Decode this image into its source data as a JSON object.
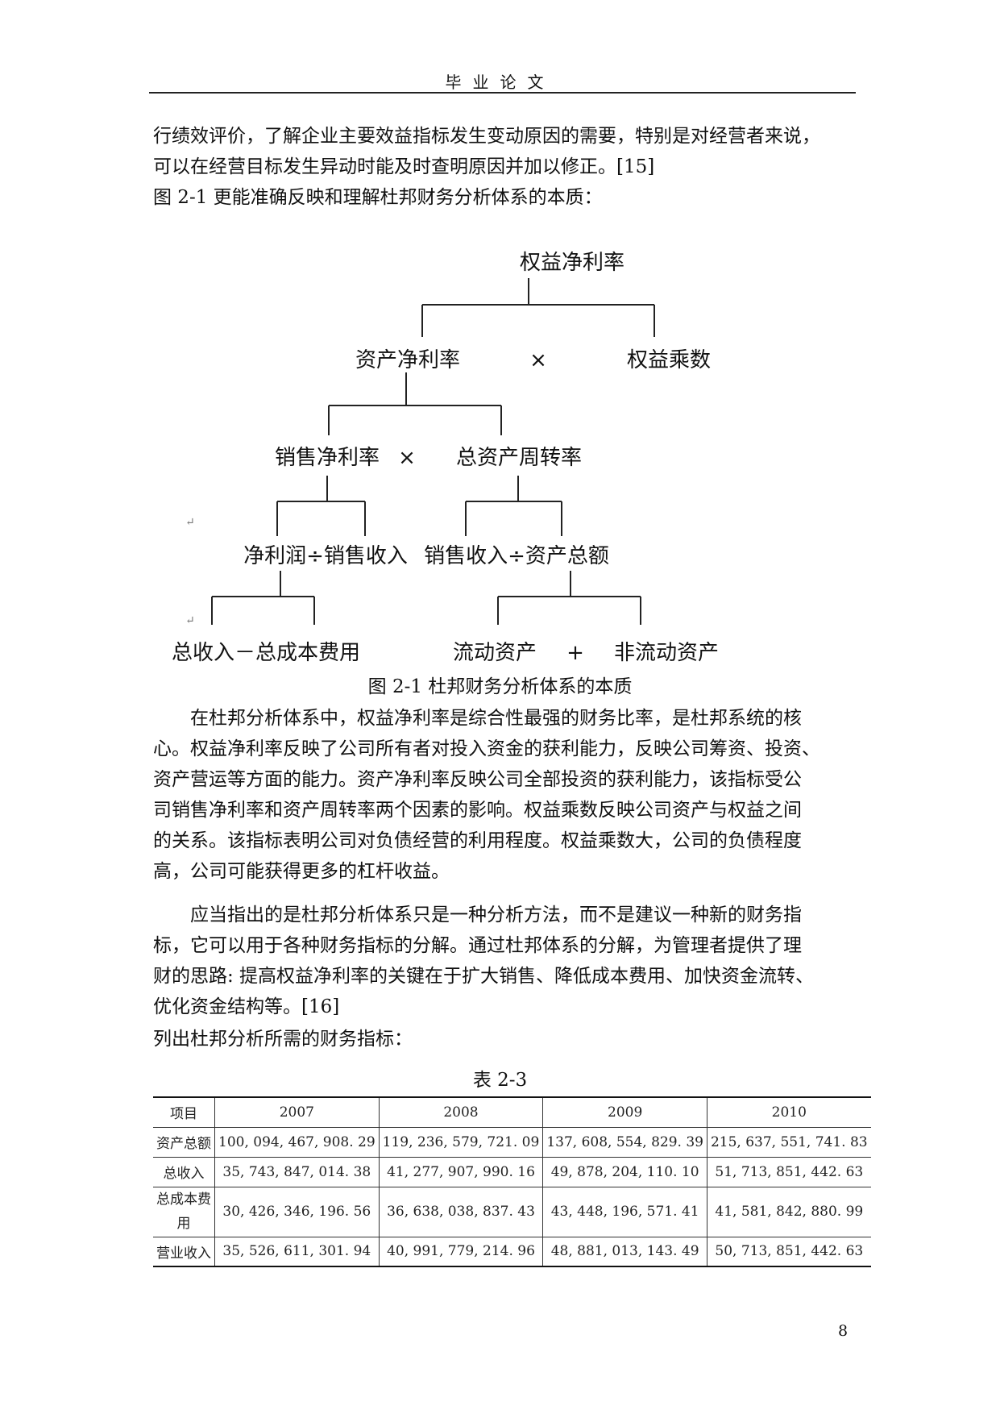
{
  "header": {
    "title": "毕业论文"
  },
  "intro_lines": [
    "行绩效评价，了解企业主要效益指标发生变动原因的需要，特别是对经营者来说，",
    "可以在经营目标发生异动时能及时查明原因并加以修正。[15]",
    "图 2-1 更能准确反映和理解杜邦财务分析体系的本质："
  ],
  "diagram": {
    "roe": "权益净利率",
    "roa": "资产净利率",
    "times_1": "×",
    "equity_multiplier": "权益乘数",
    "net_margin": "销售净利率",
    "times_2": "×",
    "asset_turnover": "总资产周转率",
    "net_profit_div_sales": "净利润÷销售收入",
    "sales_div_assets": "销售收入÷资产总额",
    "revenue_minus_cost": "总收入－总成本费用",
    "current_assets": "流动资产",
    "plus": "+",
    "noncurrent_assets": "非流动资产",
    "return_mark": "↵"
  },
  "figure_caption": "图 2-1  杜邦财务分析体系的本质",
  "body_paragraphs": [
    {
      "lines": [
        "在杜邦分析体系中，权益净利率是综合性最强的财务比率，是杜邦系统的核",
        "心。权益净利率反映了公司所有者对投入资金的获利能力，反映公司筹资、投资、",
        "资产营运等方面的能力。资产净利率反映公司全部投资的获利能力，该指标受公",
        "司销售净利率和资产周转率两个因素的影响。权益乘数反映公司资产与权益之间",
        "的关系。该指标表明公司对负债经营的利用程度。权益乘数大，公司的负债程度",
        "高，公司可能获得更多的杠杆收益。"
      ]
    },
    {
      "lines": [
        "应当指出的是杜邦分析体系只是一种分析方法，而不是建议一种新的财务指",
        "标，它可以用于各种财务指标的分解。通过杜邦体系的分解，为管理者提供了理",
        "财的思路: 提高权益净利率的关键在于扩大销售、降低成本费用、加快资金流转、",
        "优化资金结构等。[16]"
      ]
    }
  ],
  "table_intro": "列出杜邦分析所需的财务指标：",
  "table_caption": "表 2-3",
  "table": {
    "headers": [
      "项目",
      "2007",
      "2008",
      "2009",
      "2010"
    ],
    "rows": [
      [
        "资产总额",
        "100, 094, 467, 908. 29",
        "119, 236, 579, 721. 09",
        "137, 608, 554, 829. 39",
        "215, 637, 551, 741. 83"
      ],
      [
        "总收入",
        "35, 743, 847, 014. 38",
        "41, 277, 907, 990. 16",
        "49, 878, 204, 110. 10",
        "51, 713, 851, 442. 63"
      ],
      [
        "总成本费用",
        "30, 426, 346, 196. 56",
        "36, 638, 038, 837. 43",
        "43, 448, 196, 571. 41",
        "41, 581, 842, 880. 99"
      ],
      [
        "营业收入",
        "35, 526, 611, 301. 94",
        "40, 991, 779, 214. 96",
        "48, 881, 013, 143. 49",
        "50, 713, 851, 442. 63"
      ]
    ]
  },
  "page_number": "8"
}
